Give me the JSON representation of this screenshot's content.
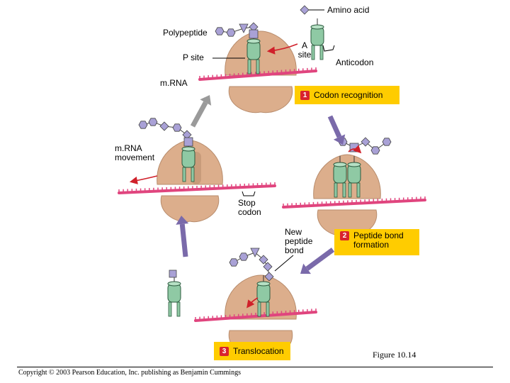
{
  "labels": {
    "amino_acid": "Amino acid",
    "polypeptide": "Polypeptide",
    "a_site": "A\nsite",
    "p_site": "P site",
    "anticodon": "Anticodon",
    "mrna": "m.RNA",
    "mrna_movement": "m.RNA\nmovement",
    "stop_codon": "Stop\ncodon",
    "new_peptide_bond": "New\npeptide\nbond"
  },
  "steps": [
    {
      "number": "1",
      "label": "Codon recognition"
    },
    {
      "number": "2",
      "label": "Peptide bond\nformation"
    },
    {
      "number": "3",
      "label": "Translocation"
    }
  ],
  "figure_caption": "Figure 10.14",
  "copyright": "Copyright © 2003 Pearson Education, Inc. publishing as Benjamin Cummings",
  "colors": {
    "ribosome": "#dcae8c",
    "ribosome_edge": "#b88c6c",
    "trna": "#8fc9a4",
    "trna_edge": "#2b5a3e",
    "mrna": "#e0457e",
    "amino_acid": "#a9a1d6",
    "step_box": "#ffcc00",
    "step_number": "#d9232d",
    "cycle_arrow_gray": "#9a9a9a",
    "cycle_arrow_purple": "#7a6aaa",
    "pointer_red": "#d0202a"
  }
}
